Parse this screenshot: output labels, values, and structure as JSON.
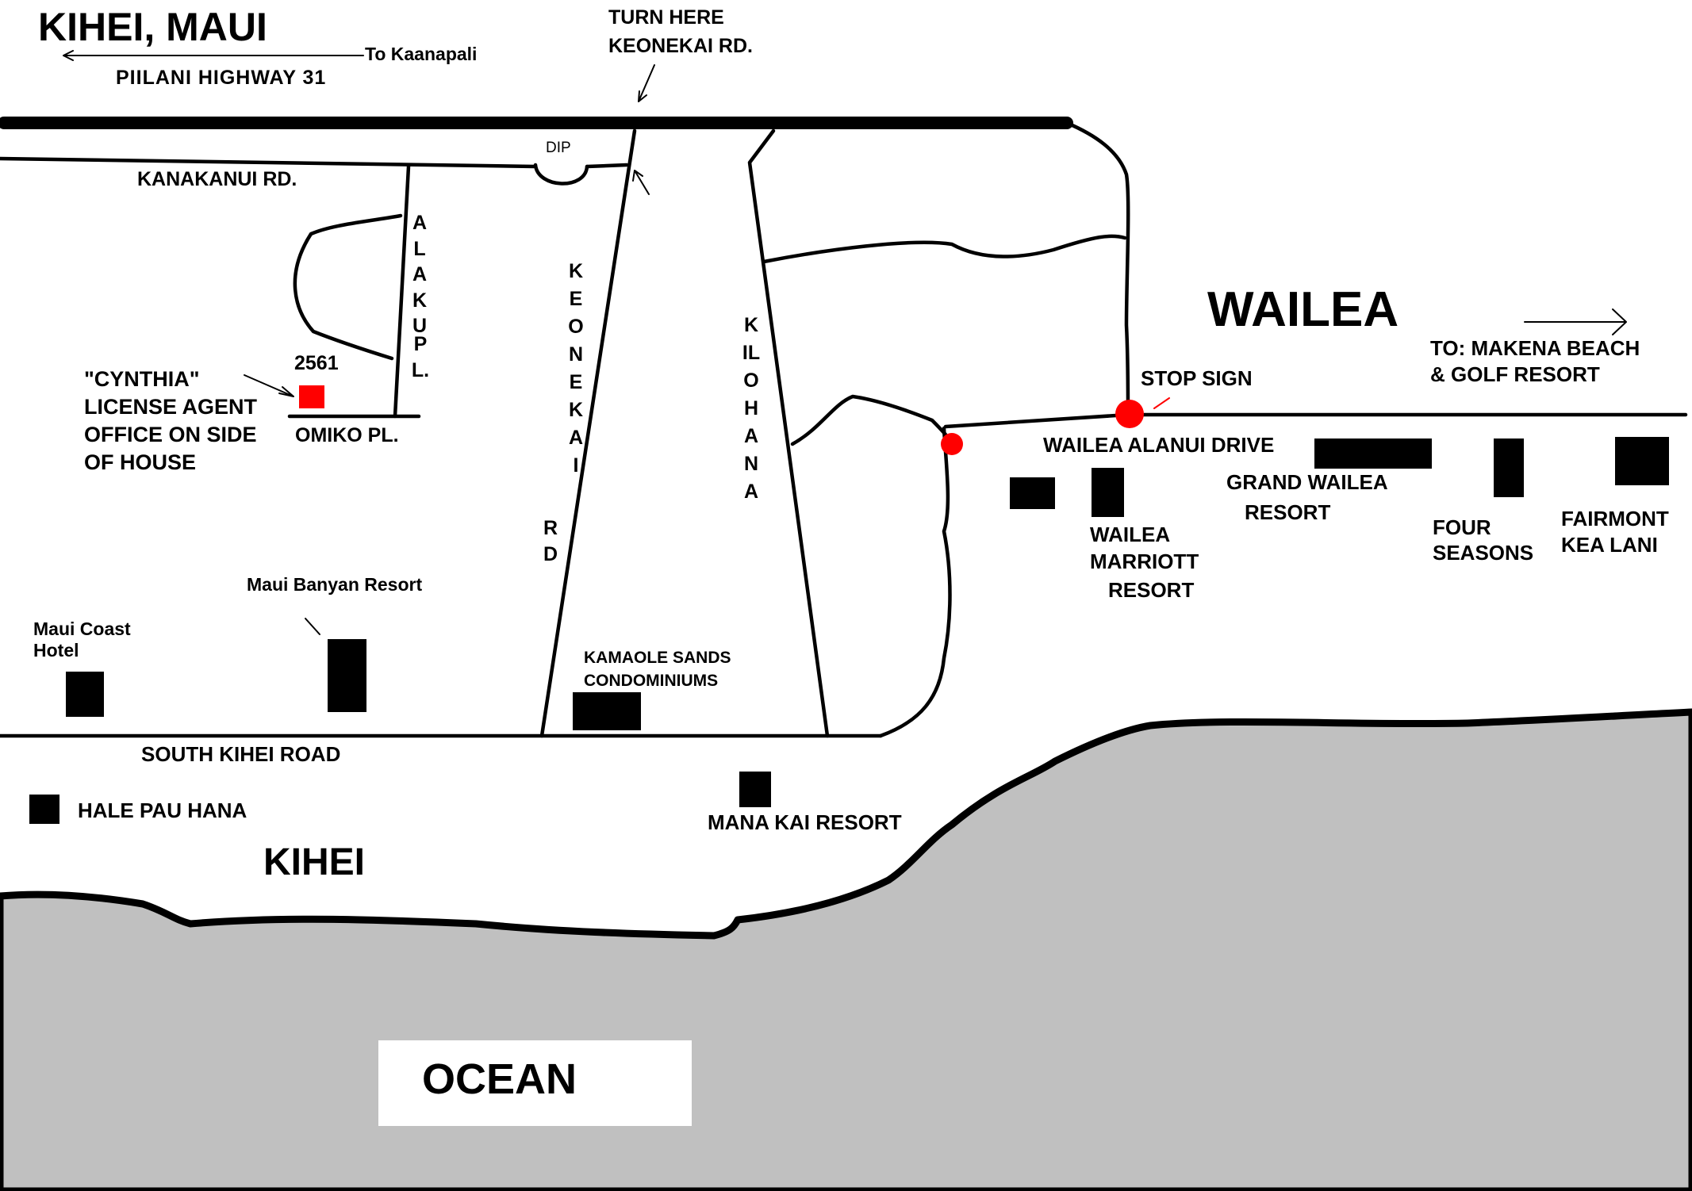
{
  "title": "KIHEI, MAUI",
  "colors": {
    "ocean": "#c0c0c0",
    "road": "#000000",
    "marker": "#ff0000",
    "land": "#ffffff"
  },
  "labels": {
    "to_kaanapali": "To Kaanapali",
    "highway": "PIILANI HIGHWAY 31",
    "turn_here": "TURN HERE",
    "keonekai_rd": "KEONEKAI RD.",
    "dip": "DIP",
    "kanakanui": "KANAKANUI RD.",
    "alaku": "ALAKU",
    "pl": "PL.",
    "house_number": "2561",
    "cynthia": "\"CYNTHIA\"",
    "license_agent": "LICENSE AGENT",
    "office_side": "OFFICE ON SIDE",
    "of_house": "OF HOUSE",
    "omiko": "OMIKO PL.",
    "keonekai_vertical": "KEONEKAI",
    "rd_vertical": "RD",
    "kilohana": "KILOHANA",
    "wailea": "WAILEA",
    "to_makena_1": "TO: MAKENA BEACH",
    "to_makena_2": "& GOLF RESORT",
    "stop_sign": "STOP SIGN",
    "wailea_alanui": "WAILEA ALANUI DRIVE",
    "grand_wailea_1": "GRAND WAILEA",
    "grand_wailea_2": "RESORT",
    "four_seasons_1": "FOUR",
    "four_seasons_2": "SEASONS",
    "fairmont_1": "FAIRMONT",
    "fairmont_2": "KEA LANI",
    "marriott_1": "WAILEA",
    "marriott_2": "MARRIOTT",
    "marriott_3": "RESORT",
    "maui_banyan": "Maui Banyan Resort",
    "maui_coast_1": "Maui Coast",
    "maui_coast_2": "Hotel",
    "kamaole_1": "KAMAOLE SANDS",
    "kamaole_2": "CONDOMINIUMS",
    "south_kihei": "SOUTH KIHEI ROAD",
    "hale_pau_hana": "HALE PAU HANA",
    "mana_kai": "MANA KAI RESORT",
    "kihei": "KIHEI",
    "ocean": "OCEAN"
  },
  "icons": {
    "west_arrow": "arrow-left-icon",
    "east_arrow": "arrow-right-icon",
    "stop_marker": "red-dot-icon",
    "house_marker": "red-square-icon"
  }
}
